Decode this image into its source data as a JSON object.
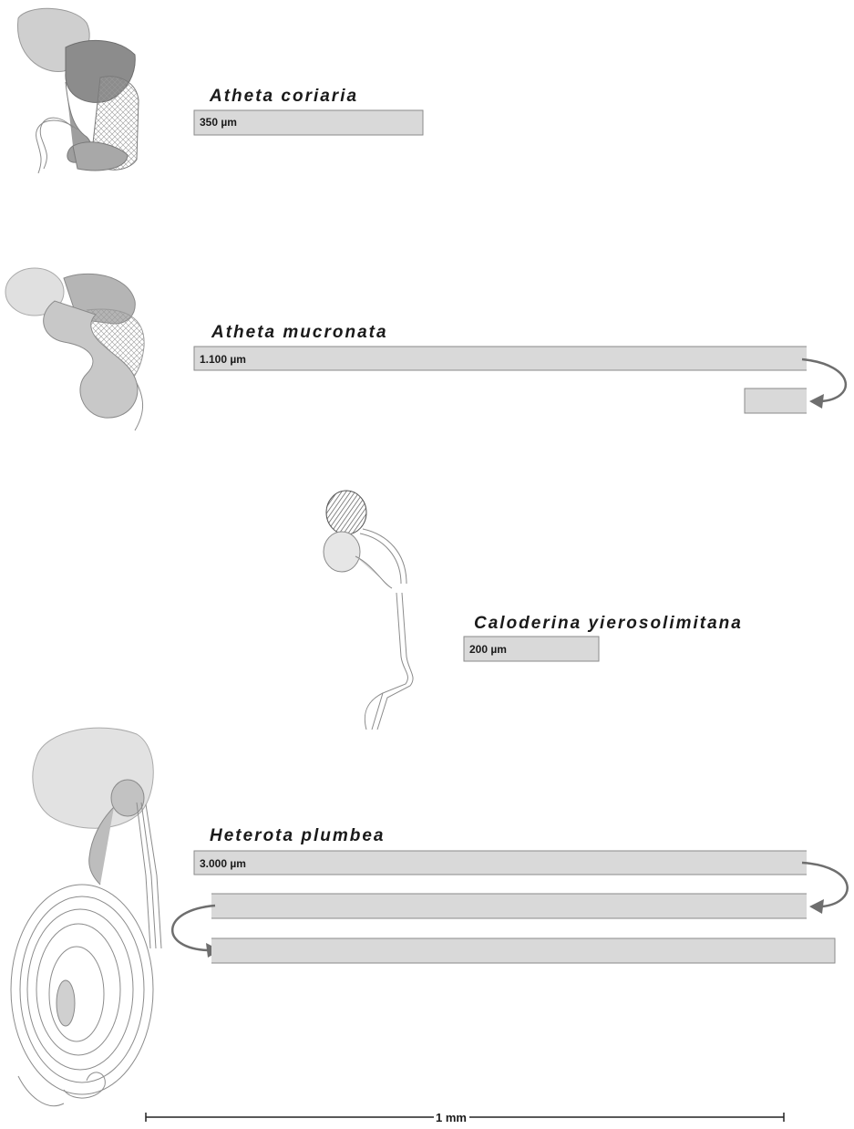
{
  "specimens": [
    {
      "name": "Atheta coriaria",
      "length_label": "350 µm",
      "length_um": 350
    },
    {
      "name": "Atheta mucronata",
      "length_label": "1.100 µm",
      "length_um": 1100
    },
    {
      "name": "Caloderina yierosolimitana",
      "length_label": "200 µm",
      "length_um": 200
    },
    {
      "name": "Heterota plumbea",
      "length_label": "3.000 µm",
      "length_um": 3000
    }
  ],
  "scale_bar": {
    "label": "1 mm"
  },
  "colors": {
    "bar_fill": "#d9d9d9",
    "bar_stroke": "#8a8a8a",
    "arrow": "#6e6e6e"
  }
}
